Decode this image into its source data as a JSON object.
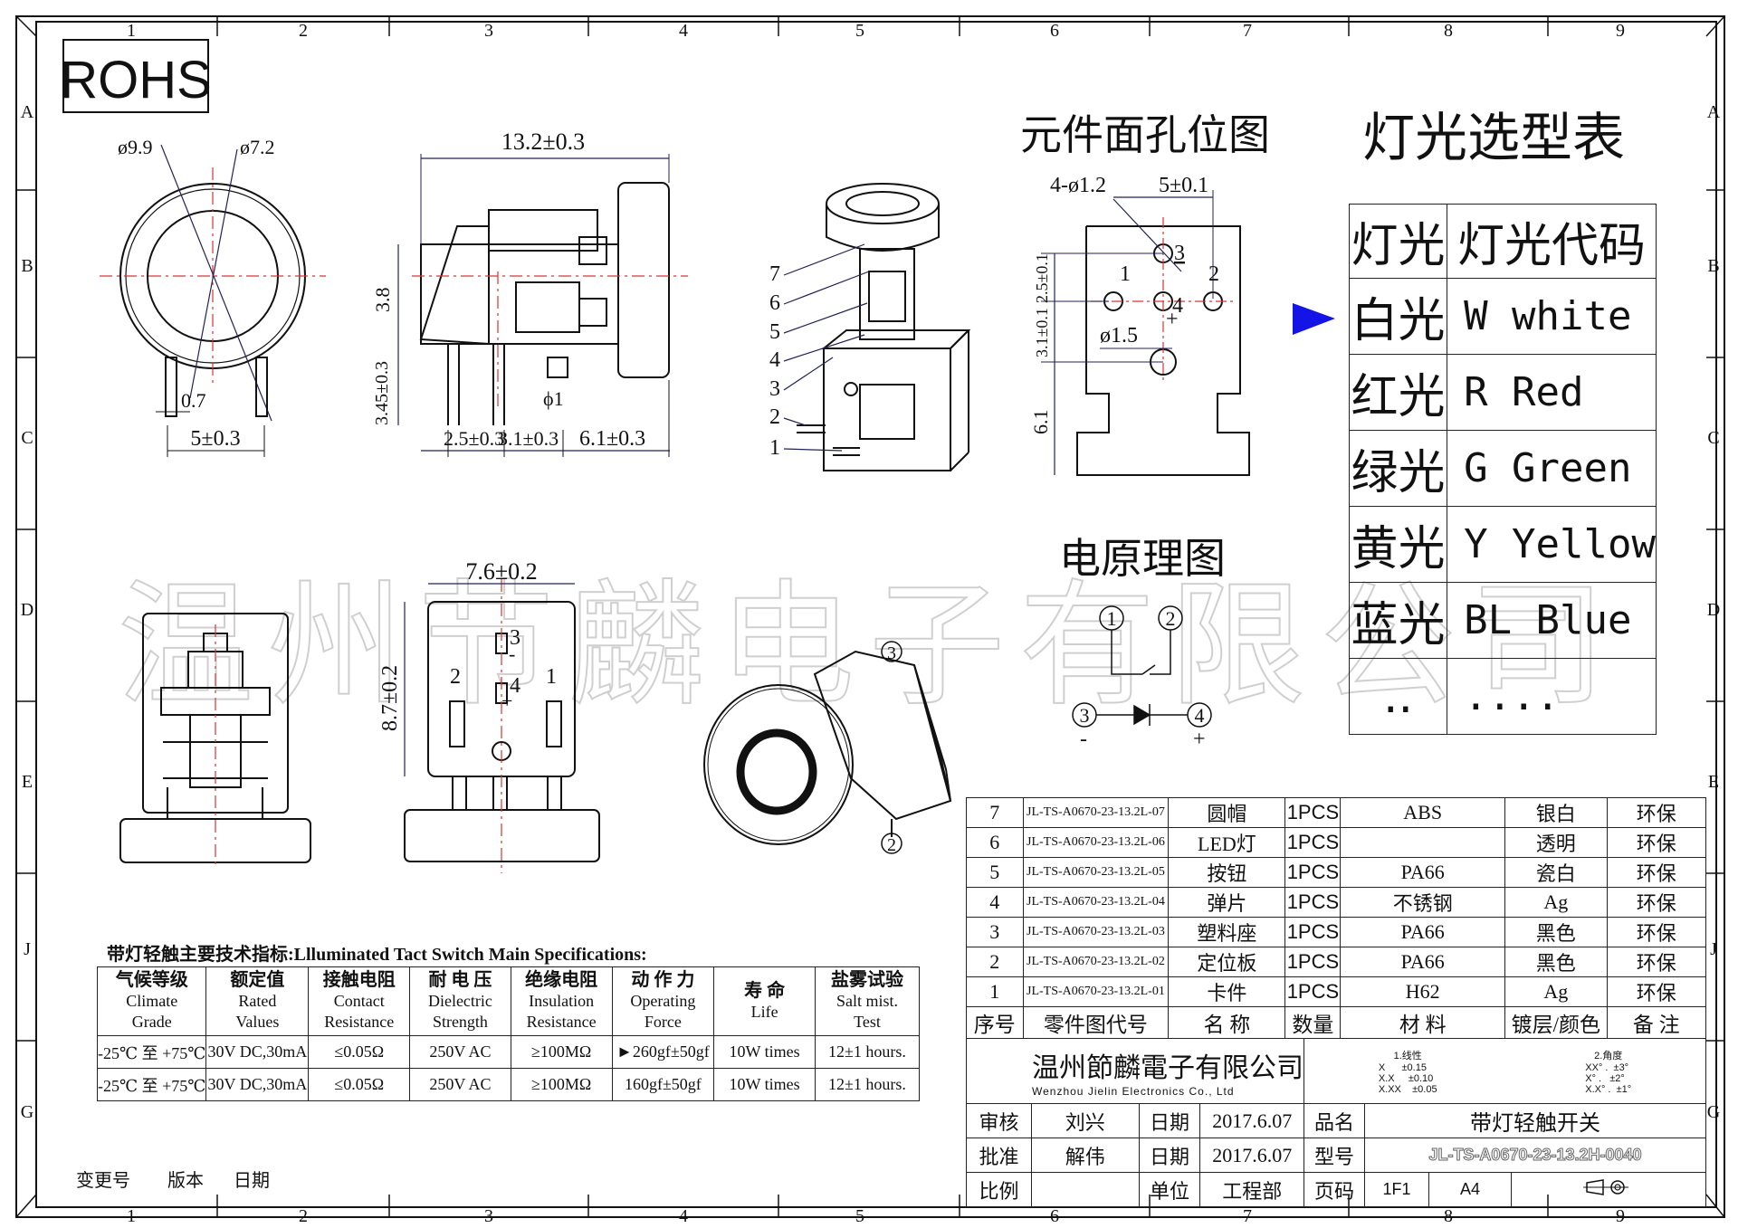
{
  "rohs": "ROHS",
  "watermark": "温州节麟电子有限公司",
  "border": {
    "cols": [
      "1",
      "2",
      "3",
      "4",
      "5",
      "6",
      "7",
      "8",
      "9"
    ],
    "rows": [
      "A",
      "B",
      "C",
      "D",
      "E",
      "J",
      "G"
    ]
  },
  "front_view": {
    "d_outer": "ø9.9",
    "d_inner": "ø7.2",
    "pin_w": "0.7",
    "pin_span": "5±0.3"
  },
  "side_view": {
    "width": "13.2±0.3",
    "h1": "3.8",
    "h2": "3.45±0.3",
    "pin_d": "ϕ1",
    "p1": "2.5±0.3",
    "p2": "3.1±0.3",
    "p3": "6.1±0.3"
  },
  "iso_labels": [
    "7",
    "6",
    "5",
    "4",
    "3",
    "2",
    "1"
  ],
  "bottom_view": {
    "width": "7.6±0.2",
    "height": "8.7±0.2",
    "pins": [
      "3",
      "4",
      "2",
      "1"
    ],
    "plus": "+",
    "minus": "-"
  },
  "hole_layout": {
    "title": "元件面孔位图",
    "holes4": "4-ø1.2",
    "pitch": "5±0.1",
    "big": "ø1.5",
    "v1": "2.5±0.1",
    "v2": "3.1±0.1",
    "v3": "6.1",
    "pins": [
      "1",
      "2",
      "3",
      "4"
    ],
    "plus": "+"
  },
  "schematic": {
    "title": "电原理图",
    "nodes": [
      "1",
      "2",
      "3",
      "4"
    ],
    "minus": "-",
    "plus": "+"
  },
  "light_table": {
    "title": "灯光选型表",
    "headers": [
      "灯光",
      "灯光代码"
    ],
    "rows": [
      [
        "白光",
        "W white"
      ],
      [
        "红光",
        "R Red"
      ],
      [
        "绿光",
        "G Green"
      ],
      [
        "黄光",
        "Y Yellow"
      ],
      [
        "蓝光",
        "BL Blue"
      ],
      [
        "..",
        "...."
      ]
    ]
  },
  "iso_callouts": [
    "3",
    "2"
  ],
  "specs": {
    "title": "带灯轻触主要技术指标:Llluminated Tact Switch Main Specifications:",
    "headers": [
      [
        "气候等级",
        "Climate",
        "Grade"
      ],
      [
        "额定值",
        "Rated",
        "Values"
      ],
      [
        "接触电阻",
        "Contact",
        "Resistance"
      ],
      [
        "耐 电 压",
        "Dielectric",
        "Strength"
      ],
      [
        "绝缘电阻",
        "Insulation",
        "Resistance"
      ],
      [
        "动 作 力",
        "Operating",
        "Force"
      ],
      [
        "寿  命",
        "Life",
        ""
      ],
      [
        "盐雾试验",
        "Salt mist.",
        "Test"
      ]
    ],
    "rows": [
      [
        "-25℃ 至 +75℃",
        "30V DC,30mA",
        "≤0.05Ω",
        "250V AC",
        "≥100MΩ",
        "►260gf±50gf",
        "10W times",
        "12±1 hours."
      ],
      [
        "-25℃ 至 +75℃",
        "30V DC,30mA",
        "≤0.05Ω",
        "250V AC",
        "≥100MΩ",
        "160gf±50gf",
        "10W times",
        "12±1 hours."
      ]
    ]
  },
  "change_row": [
    "变更号",
    "版本",
    "日期"
  ],
  "bom": {
    "rows": [
      [
        "7",
        "JL-TS-A0670-23-13.2L-07",
        "圆帽",
        "1PCS",
        "ABS",
        "银白",
        "环保"
      ],
      [
        "6",
        "JL-TS-A0670-23-13.2L-06",
        "LED灯",
        "1PCS",
        "",
        "透明",
        "环保"
      ],
      [
        "5",
        "JL-TS-A0670-23-13.2L-05",
        "按钮",
        "1PCS",
        "PA66",
        "瓷白",
        "环保"
      ],
      [
        "4",
        "JL-TS-A0670-23-13.2L-04",
        "弹片",
        "1PCS",
        "不锈钢",
        "Ag",
        "环保"
      ],
      [
        "3",
        "JL-TS-A0670-23-13.2L-03",
        "塑料座",
        "1PCS",
        "PA66",
        "黑色",
        "环保"
      ],
      [
        "2",
        "JL-TS-A0670-23-13.2L-02",
        "定位板",
        "1PCS",
        "PA66",
        "黑色",
        "环保"
      ],
      [
        "1",
        "JL-TS-A0670-23-13.2L-01",
        "卡件",
        "1PCS",
        "H62",
        "Ag",
        "环保"
      ]
    ],
    "headers": [
      "序号",
      "零件图代号",
      "名 称",
      "数量",
      "材 料",
      "镀层/颜色",
      "备 注"
    ]
  },
  "title_block": {
    "company_cn": "温州節麟電子有限公司",
    "company_en": "Wenzhou Jielin Electronics Co., Ltd",
    "tol_linear_title": "1.线性",
    "tol_linear": [
      "X      ±0.15",
      "X.X     ±0.10",
      "X.XX    ±0.05"
    ],
    "tol_angle_title": "2.角度",
    "tol_angle": [
      "XX° .  ±3°",
      "X° .   ±2°",
      "X.X° .  ±1°"
    ],
    "r1": [
      "审核",
      "刘兴",
      "日期",
      "2017.6.07",
      "品名",
      "带灯轻触开关"
    ],
    "r2": [
      "批准",
      "解伟",
      "日期",
      "2017.6.07",
      "型号",
      "JL-TS-A0670-23-13.2H-0040"
    ],
    "r3": [
      "比例",
      "",
      "单位",
      "工程部",
      "页码",
      "1F1",
      "A4"
    ]
  }
}
